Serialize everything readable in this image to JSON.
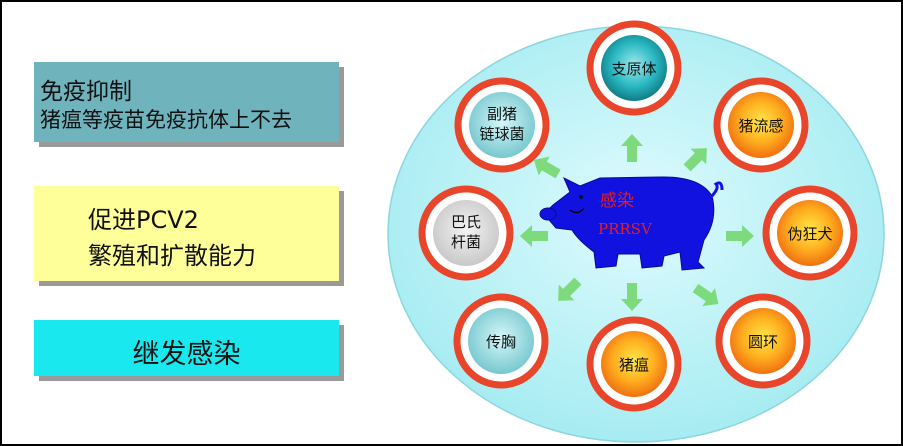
{
  "boxes": {
    "immunosuppression": {
      "title": "免疫抑制",
      "detail": "猪瘟等疫苗免疫抗体上不去"
    },
    "pcv2": {
      "line1": "促进PCV2",
      "line2": "繁殖和扩散能力"
    },
    "secondary": {
      "label": "继发感染"
    }
  },
  "center": {
    "line1": "感染",
    "line2": "PRRSV"
  },
  "nodes": [
    {
      "id": "mycoplasma",
      "label": "支原体"
    },
    {
      "id": "swine-flu",
      "label": "猪流感"
    },
    {
      "id": "pseudorabies",
      "label": "伪狂犬"
    },
    {
      "id": "circovirus",
      "label": "圆环"
    },
    {
      "id": "swine-fever",
      "label": "猪瘟"
    },
    {
      "id": "pleuropneumonia",
      "label": "传胸"
    },
    {
      "id": "pasteurella",
      "label": "巴氏",
      "label2": "杆菌"
    },
    {
      "id": "haemophilus",
      "label": "副猪",
      "label2": "链球菌"
    }
  ],
  "colors": {
    "ellipse": "#b2f0f5",
    "arrow": "#7ddb7d",
    "ring": "#e8452a",
    "pig": "#1010e0",
    "box_immuno": "#6fb3bd",
    "box_pcv2": "#ffff99",
    "box_secondary": "#19e8ef"
  }
}
